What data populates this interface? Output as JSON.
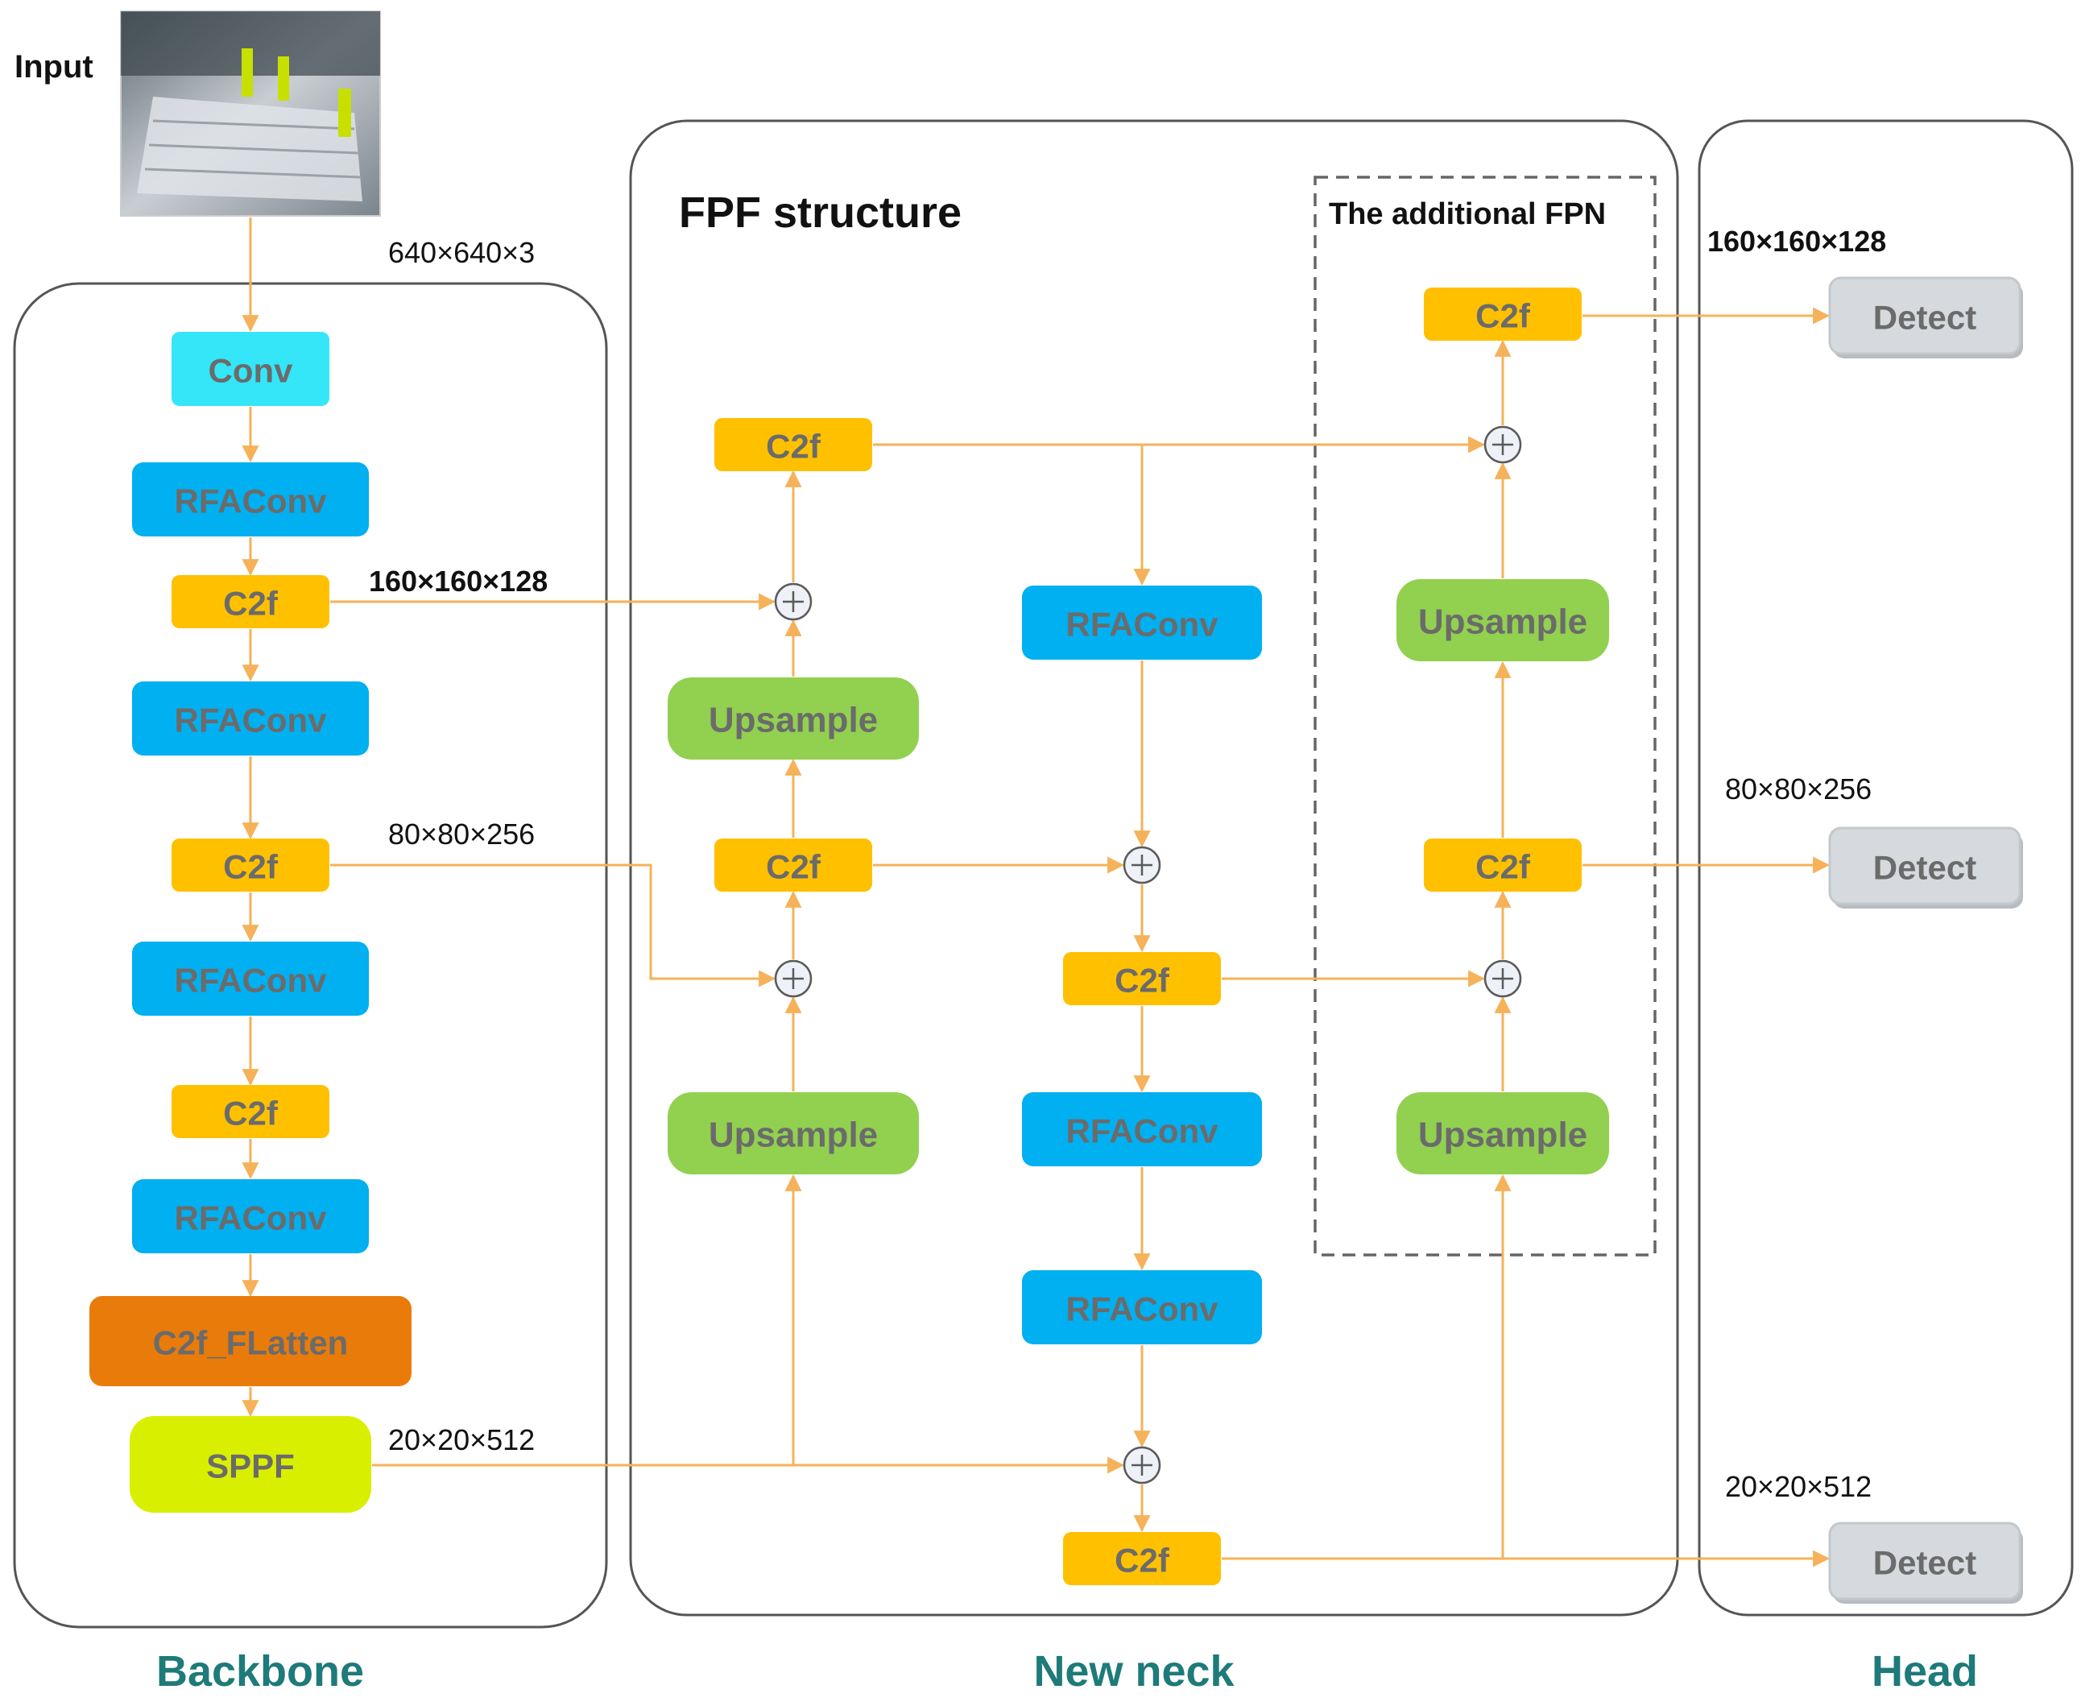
{
  "input_label": "Input",
  "fpf_title": "FPF structure",
  "fpn_title": "The additional FPN",
  "sections": {
    "backbone": "Backbone",
    "neck": "New neck",
    "head": "Head"
  },
  "dims": {
    "input": "640×640×3",
    "p2": "160×160×128",
    "p3": "80×80×256",
    "p5": "20×20×512",
    "head_p2": "160×160×128",
    "head_p3": "80×80×256",
    "head_p5": "20×20×512"
  },
  "labels": {
    "conv": "Conv",
    "rfaconv": "RFAConv",
    "c2f": "C2f",
    "c2f_flatten": "C2f_FLatten",
    "sppf": "SPPF",
    "upsample": "Upsample",
    "detect": "Detect"
  },
  "colors": {
    "conv": "#34e6f7",
    "rfaconv": "#00b0f0",
    "c2f": "#ffc000",
    "c2f_flatten": "#e97b0b",
    "sppf": "#d9ef00",
    "upsample": "#92d050",
    "detect": "#d6dade",
    "arrow": "#f5b25a",
    "section_text": "#1f7a7a"
  }
}
